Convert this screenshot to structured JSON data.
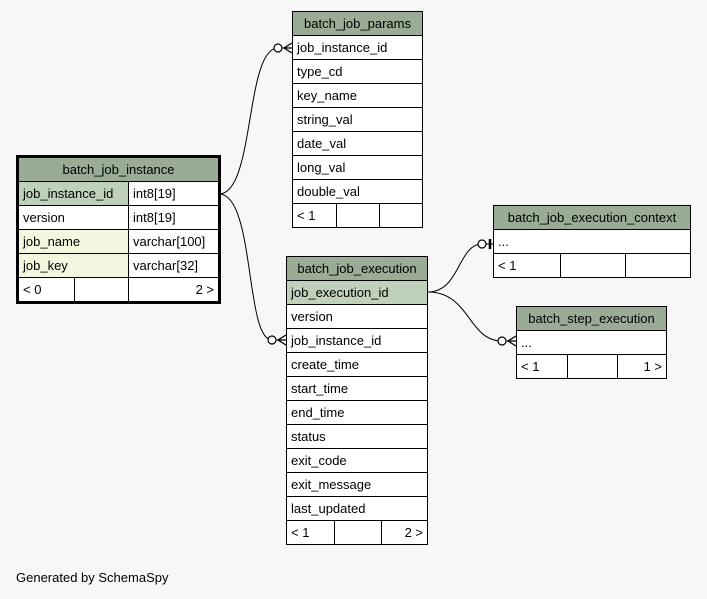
{
  "tables": {
    "batch_job_params": {
      "name": "batch_job_params",
      "columns": [
        "job_instance_id",
        "type_cd",
        "key_name",
        "string_val",
        "date_val",
        "long_val",
        "double_val"
      ],
      "footer": [
        "< 1",
        "",
        ""
      ]
    },
    "batch_job_instance": {
      "name": "batch_job_instance",
      "columns": [
        {
          "name": "job_instance_id",
          "type": "int8[19]"
        },
        {
          "name": "version",
          "type": "int8[19]"
        },
        {
          "name": "job_name",
          "type": "varchar[100]"
        },
        {
          "name": "job_key",
          "type": "varchar[32]"
        }
      ],
      "footer": [
        "< 0",
        "",
        "2 >"
      ]
    },
    "batch_job_execution": {
      "name": "batch_job_execution",
      "columns": [
        "job_execution_id",
        "version",
        "job_instance_id",
        "create_time",
        "start_time",
        "end_time",
        "status",
        "exit_code",
        "exit_message",
        "last_updated"
      ],
      "footer": [
        "< 1",
        "",
        "2 >"
      ]
    },
    "batch_job_execution_context": {
      "name": "batch_job_execution_context",
      "columns": [
        "..."
      ],
      "footer": [
        "< 1",
        "",
        ""
      ]
    },
    "batch_step_execution": {
      "name": "batch_step_execution",
      "columns": [
        "..."
      ],
      "footer": [
        "< 1",
        "",
        "1 >"
      ]
    }
  },
  "footer_text": "Generated by SchemaSpy",
  "colors": {
    "header": "#9aab96",
    "primary_key": "#bfd0bb",
    "indexed": "#f4f7df",
    "background": "#f7f7f7"
  }
}
